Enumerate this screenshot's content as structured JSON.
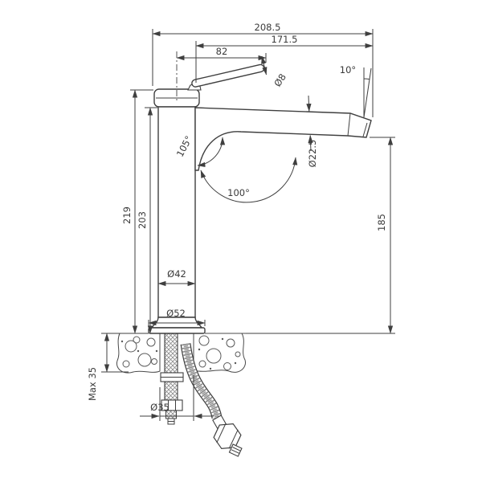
{
  "drawing": {
    "labels": {
      "overall_length": "208.5",
      "spout_reach": "171.5",
      "handle_length": "82",
      "handle_diameter": "Ø8",
      "aerator_angle": "10°",
      "spout_tube_diameter": "Ø22.5",
      "body_spout_angle": "105°",
      "spout_swivel_angle": "100°",
      "total_height": "219",
      "body_height": "203",
      "outlet_height": "185",
      "body_diameter": "Ø42",
      "base_diameter": "Ø52",
      "max_deck_thickness": "Max 35",
      "mounting_hole_diameter": "Ø35"
    },
    "colors": {
      "line": "#3f3f3f",
      "text": "#3a3a3a",
      "background": "#ffffff"
    }
  }
}
